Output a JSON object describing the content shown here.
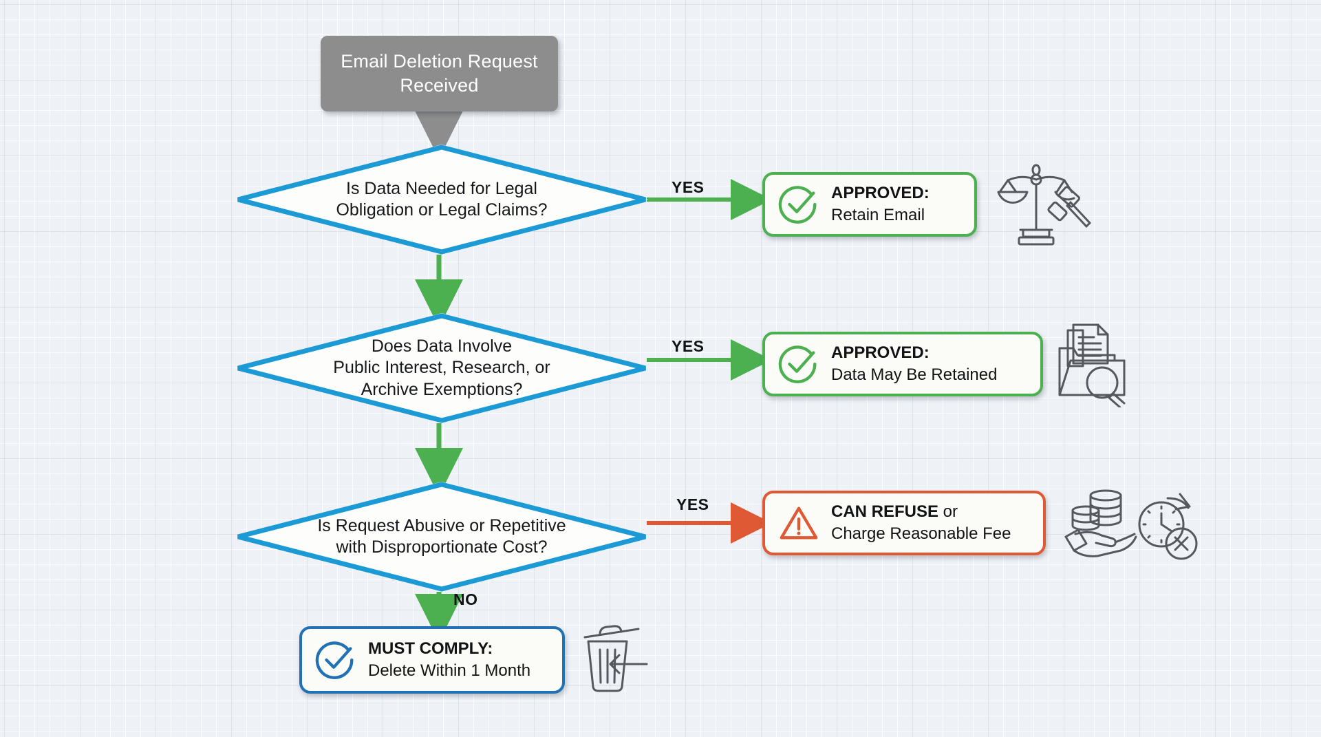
{
  "diagram": {
    "title": "Email Deletion Request Decision Flowchart",
    "background_color": "#eef1f6",
    "colors": {
      "start_fill": "#8d8d8d",
      "decision_border": "#1b9ad6",
      "decision_fill": "#fdfdfb",
      "approved_green": "#4caf50",
      "refuse_orange": "#df5a34",
      "comply_blue": "#2171b5",
      "connector_green": "#4caf50",
      "connector_gray": "#8d8d8d",
      "icon_gray": "#55595f"
    }
  },
  "start": {
    "label": "Email Deletion\nRequest Received"
  },
  "decisions": [
    {
      "id": "decision-legal-obligation",
      "label": "Is Data Needed for Legal\nObligation or Legal Claims?"
    },
    {
      "id": "decision-public-interest",
      "label": "Does Data Involve\nPublic Interest, Research, or\nArchive Exemptions?"
    },
    {
      "id": "decision-abusive-request",
      "label": "Is Request Abusive or Repetitive\nwith Disproportionate Cost?"
    }
  ],
  "branches": {
    "yes_1": "YES",
    "yes_2": "YES",
    "yes_3": "YES",
    "no_1": "NO"
  },
  "outcomes": [
    {
      "id": "outcome-retain-email",
      "icon": "check-circle-icon",
      "accent": "#4caf50",
      "title": "APPROVED:",
      "detail": "Retain Email"
    },
    {
      "id": "outcome-data-retained",
      "icon": "check-circle-icon",
      "accent": "#4caf50",
      "title": "APPROVED:",
      "detail": "Data May Be Retained"
    },
    {
      "id": "outcome-can-refuse",
      "icon": "warning-triangle-icon",
      "accent": "#df5a34",
      "title": "CAN REFUSE",
      "title_suffix": " or",
      "detail": "Charge Reasonable Fee"
    },
    {
      "id": "outcome-must-comply",
      "icon": "check-circle-icon",
      "accent": "#2171b5",
      "title": "MUST COMPLY:",
      "detail": "Delete Within 1 Month"
    }
  ],
  "decorations": [
    {
      "id": "deco-legal",
      "icon": "scales-of-justice-gavel-icon"
    },
    {
      "id": "deco-archive",
      "icon": "folder-documents-magnifier-icon"
    },
    {
      "id": "deco-fee",
      "icon": "hand-coins-clock-cancel-icon"
    },
    {
      "id": "deco-trash",
      "icon": "trash-can-arrow-icon"
    }
  ]
}
